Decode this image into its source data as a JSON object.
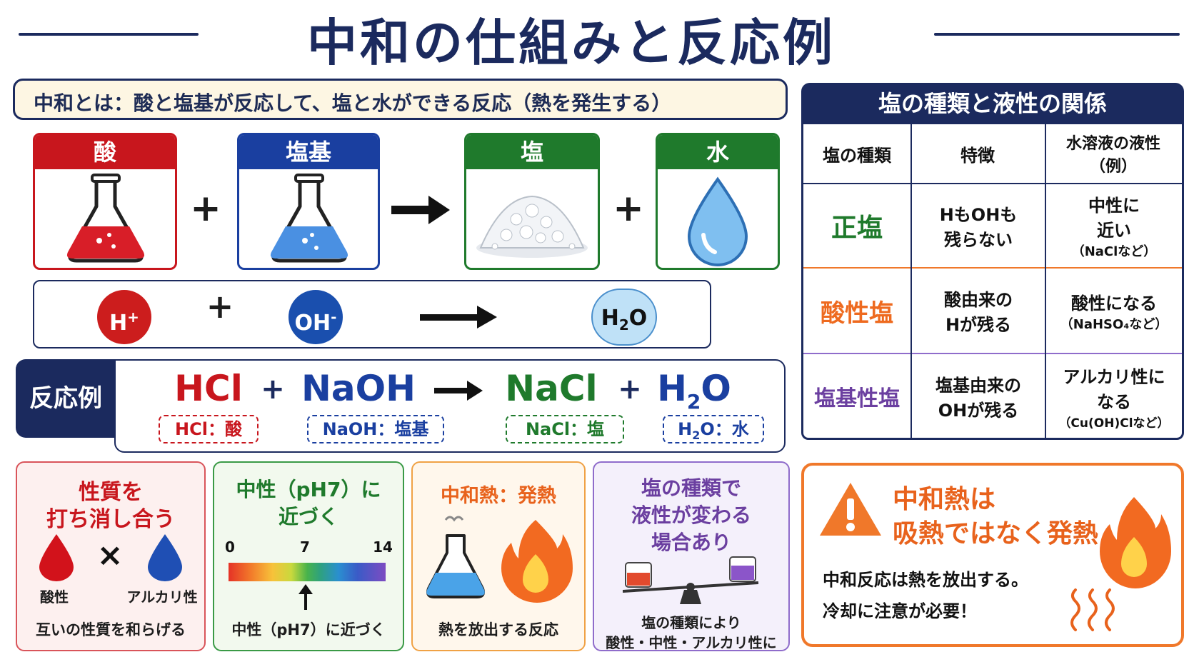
{
  "title": "中和の仕組みと反応例",
  "definition": "中和とは：酸と塩基が反応して、塩と水ができる反応（熱を発生する）",
  "cards": {
    "acid": "酸",
    "base": "塩基",
    "salt": "塩",
    "water": "水"
  },
  "ops": {
    "plus": "+",
    "arrow": "→",
    "times": "×"
  },
  "ions": {
    "h_main": "H",
    "h_sup": "+",
    "oh_main": "OH",
    "oh_sup": "-",
    "h2o_h": "H",
    "h2o_sub": "2",
    "h2o_o": "O"
  },
  "example": {
    "label": "反応例",
    "hcl": "HCl",
    "naoh": "NaOH",
    "nacl": "NaCl",
    "h2o_h": "H",
    "h2o_sub": "2",
    "h2o_o": "O",
    "tag_hcl": "HCl：酸",
    "tag_naoh": "NaOH：塩基",
    "tag_nacl": "NaCl：塩",
    "tag_h2o_h": "H",
    "tag_h2o_sub": "2",
    "tag_h2o_rest": "O：水"
  },
  "box1": {
    "title1": "性質を",
    "title2": "打ち消し合う",
    "acid": "酸性",
    "alkali": "アルカリ性",
    "caption": "互いの性質を和らげる"
  },
  "box2": {
    "title1": "中性（pH7）に",
    "title2": "近づく",
    "t0": "0",
    "t7": "7",
    "t14": "14",
    "caption": "中性（pH7）に近づく"
  },
  "box3": {
    "title": "中和熱：発熱",
    "caption": "熱を放出する反応"
  },
  "box4": {
    "title1": "塩の種類で",
    "title2": "液性が変わる",
    "title3": "場合あり",
    "cap1": "塩の種類により",
    "cap2": "酸性・中性・アルカリ性に"
  },
  "table": {
    "title": "塩の種類と液性の関係",
    "headers": [
      "塩の種類",
      "特徴",
      "水溶液の液性\n（例）"
    ],
    "rows": [
      {
        "type": "正塩",
        "feature1": "HもOHも",
        "feature2": "残らない",
        "nature1": "中性に",
        "nature2": "近い",
        "example": "（NaClなど）"
      },
      {
        "type": "酸性塩",
        "feature1": "酸由来の",
        "feature2": "Hが残る",
        "nature1": "酸性になる",
        "nature2": "",
        "example": "（NaHSO₄など）"
      },
      {
        "type": "塩基性塩",
        "feature1": "塩基由来の",
        "feature2": "OHが残る",
        "nature1": "アルカリ性に",
        "nature2": "なる",
        "example": "（Cu(OH)Clなど）"
      }
    ]
  },
  "warning": {
    "title1": "中和熱は",
    "title2": "吸熱ではなく発熱",
    "body1": "中和反応は熱を放出する。",
    "body2": "冷却に注意が必要！"
  },
  "colors": {
    "navy": "#1b2a5e",
    "acid_red": "#c8161d",
    "base_blue": "#1a3fa0",
    "salt_green": "#1f7a2c",
    "orange": "#f0782a",
    "purple": "#6b3fa0"
  }
}
